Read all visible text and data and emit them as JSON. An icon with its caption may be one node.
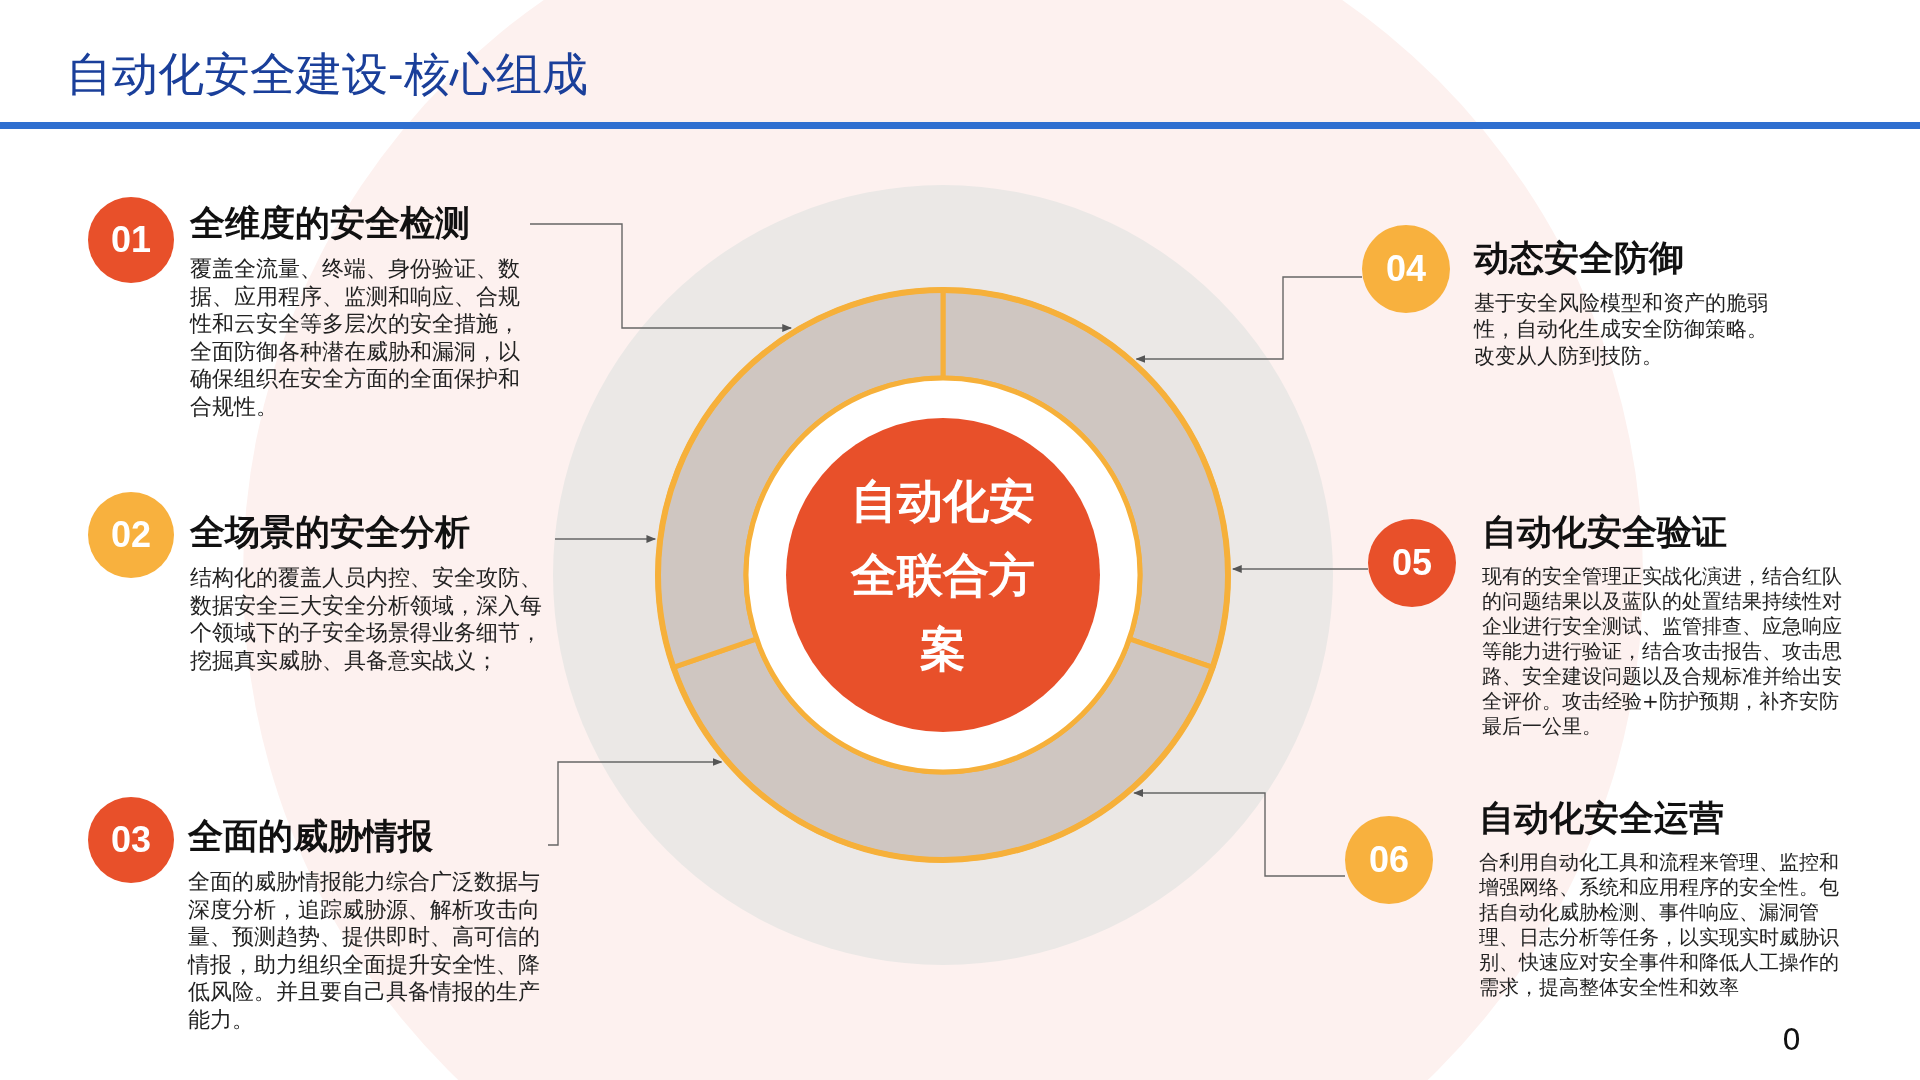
{
  "diagram": {
    "title": "自动化安全建设-核心组成",
    "nodes": [
      {
        "text": [],
        "shape": "circle"
      },
      {
        "text": [
          "自动化安全联合方案"
        ],
        "in": 0
      },
      {
        "text": [
          "01"
        ]
      },
      {
        "text": [
          "全维度的安全检测",
          "覆盖全流量、终端、身份验证、数据、应用程序、监测和响应、合规性和云安全等多层次的安全措施，全面防御各种潜在威胁和漏洞，以确保组织在安全方面的全面保护和合规性。"
        ]
      },
      {
        "text": [
          "02"
        ]
      },
      {
        "text": [
          "全场景的安全分析",
          "结构化的覆盖人员内控、安全攻防、数据安全三大安全分析领域，深入每个领域下的子安全场景得业务细节，挖掘真实威胁、具备意实战义；"
        ]
      },
      {
        "text": [
          "03"
        ]
      },
      {
        "text": [
          "全面的威胁情报",
          "全面的威胁情报能力综合广泛数据与深度分析，追踪威胁源、解析攻击向量、预测趋势、提供即时、高可信的情报，助力组织全面提升安全性、降低风险。并且要自己具备情报的生产能力。"
        ]
      },
      {
        "text": [
          "04"
        ]
      },
      {
        "text": [
          "动态安全防御",
          "基于安全风险模型和资产的脆弱性，自动化生成安全防御策略。改变从人防到技防。"
        ]
      },
      {
        "text": [
          "05"
        ]
      },
      {
        "text": [
          "自动化安全验证",
          "现有的安全管理正实战化演进，结合红队的问题结果以及蓝队的处置结果持续性对企业进行安全测试、监管排查、应急响应等能力进行验证，结合攻击报告、攻击思路、安全建设问题以及合规标准并给出安全评价。攻击经验+防护预期，补齐安防最后一公里。"
        ]
      },
      {
        "text": [
          "06"
        ]
      },
      {
        "text": [
          "自动化安全运营",
          "合利用自动化工具和流程来管理、监控和增强网络、系统和应用程序的安全性。包括自动化威胁检测、事件响应、漏洞管理、日志分析等任务，以实现实时威胁识别、快速应对安全事件和降低人工操作的需求，提高整体安全性和效率"
        ]
      }
    ],
    "edges": [
      {
        "from": 3,
        "to": 0,
        "arrow": "to"
      },
      {
        "from": 5,
        "to": 0,
        "arrow": "to"
      },
      {
        "from": 7,
        "to": 0,
        "arrow": "to"
      },
      {
        "from": 8,
        "to": 0,
        "arrow": "to"
      },
      {
        "from": 10,
        "to": 0,
        "arrow": "to"
      },
      {
        "from": 12,
        "to": 0,
        "arrow": "to"
      }
    ],
    "labels": [
      "0"
    ]
  }
}
